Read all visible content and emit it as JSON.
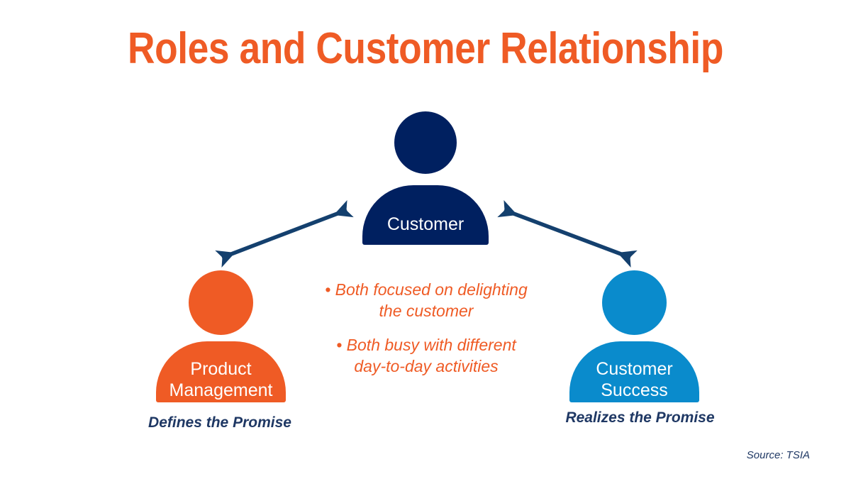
{
  "slide": {
    "title": "Roles and Customer Relationship",
    "background_color": "#FFFFFF",
    "source_note": "Source: TSIA"
  },
  "colors": {
    "navy": "#002060",
    "orange": "#EF5B25",
    "light_blue": "#0A8BCC",
    "caption_navy": "#1F3864",
    "label_white": "#FFFFFF"
  },
  "nodes": {
    "customer": {
      "label": "Customer",
      "color": "#002060",
      "icon": "person-icon"
    },
    "product_management": {
      "label_line1": "Product",
      "label_line2": "Management",
      "caption": "Defines the Promise",
      "color": "#EF5B25",
      "icon": "person-icon"
    },
    "customer_success": {
      "label_line1": "Customer",
      "label_line2": "Success",
      "caption": "Realizes the Promise",
      "color": "#0A8BCC",
      "icon": "person-icon"
    }
  },
  "connectors": [
    {
      "name": "product-management-to-customer",
      "style": "double-headed-arrow",
      "color": "#14406E"
    },
    {
      "name": "customer-to-customer-success",
      "style": "double-headed-arrow",
      "color": "#14406E"
    }
  ],
  "center_notes": [
    "• Both focused on delighting the customer",
    "• Both busy with different day-to-day activities"
  ]
}
